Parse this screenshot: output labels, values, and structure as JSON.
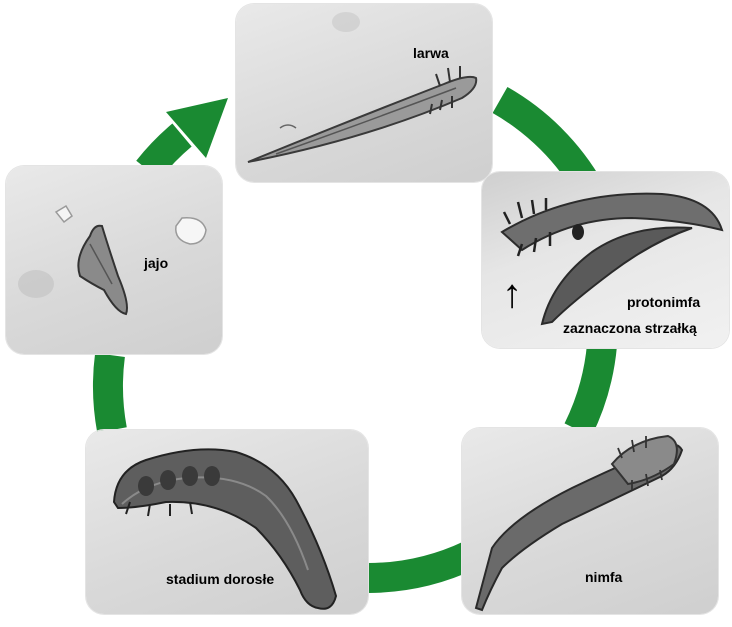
{
  "colors": {
    "arrow": "#1a8a32",
    "card_bg": "#dcdcdc",
    "label": "#000000"
  },
  "stages": {
    "larwa": "larwa",
    "protonimfa": "protonimfa",
    "protonimfa_note": "zaznaczona strzałką",
    "protonimfa_arrow": "↑",
    "nimfa": "nimfa",
    "adult": "stadium dorosłe",
    "egg": "jajo"
  }
}
